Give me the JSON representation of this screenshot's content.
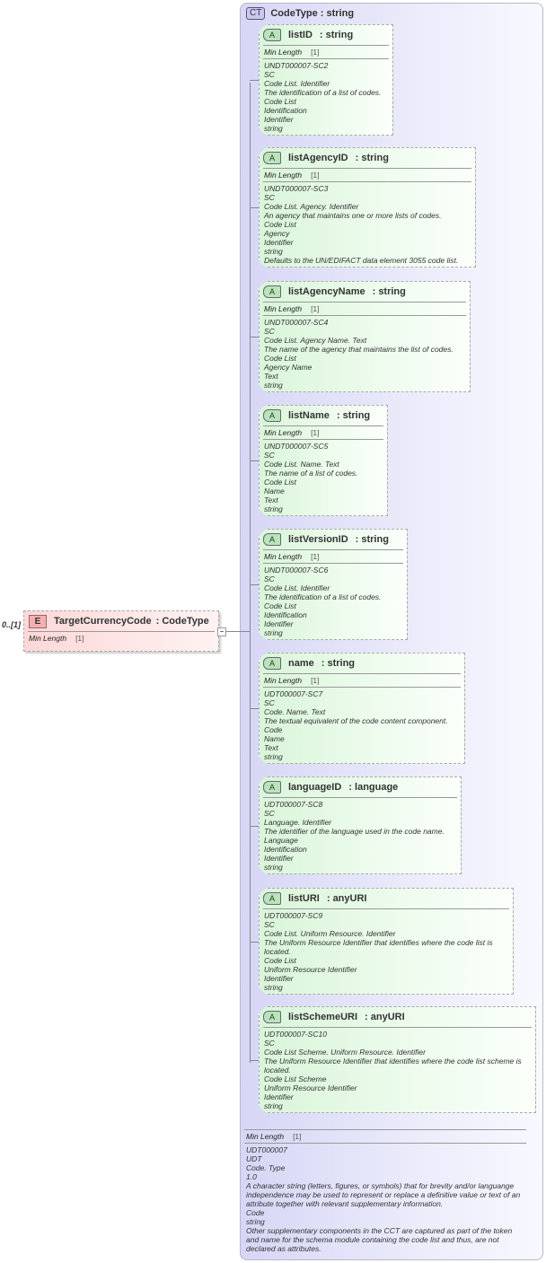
{
  "complex_type": {
    "badge": "CT",
    "title": "CodeType : string",
    "facet": {
      "label": "Min Length",
      "value": "[1]"
    },
    "lines": [
      "UDT000007",
      "UDT",
      "Code. Type",
      "1.0",
      "A character string (letters, figures, or symbols) that for brevity and/or languange independence may be used to represent or replace a definitive value or text of an attribute together with relevant supplementary information.",
      "Code",
      "string",
      "Other supplementary components in the CCT are captured as part of the token and name for the schema module containing the code list and thus, are not declared as attributes."
    ]
  },
  "element": {
    "cardinality": "0..[1]",
    "badge": "E",
    "name": "TargetCurrencyCode",
    "type": ": CodeType",
    "facet": {
      "label": "Min Length",
      "value": "[1]"
    }
  },
  "attributes": [
    {
      "badge": "A",
      "name": "listID",
      "type": ": string",
      "facet": {
        "label": "Min Length",
        "value": "[1]"
      },
      "lines": [
        "UNDT000007-SC2",
        "SC",
        "Code List. Identifier",
        "The identification of a list of codes.",
        "Code List",
        "Identification",
        "Identifier",
        "string"
      ]
    },
    {
      "badge": "A",
      "name": "listAgencyID",
      "type": ": string",
      "facet": {
        "label": "Min Length",
        "value": "[1]"
      },
      "lines": [
        "UNDT000007-SC3",
        "SC",
        "Code List. Agency. Identifier",
        "An agency that maintains one or more lists of codes.",
        "Code List",
        "Agency",
        "Identifier",
        "string",
        "Defaults to the UN/EDIFACT data element 3055 code list."
      ]
    },
    {
      "badge": "A",
      "name": "listAgencyName",
      "type": ": string",
      "facet": {
        "label": "Min Length",
        "value": "[1]"
      },
      "lines": [
        "UNDT000007-SC4",
        "SC",
        "Code List. Agency Name. Text",
        "The name of the agency that maintains the list of codes.",
        "Code List",
        "Agency Name",
        "Text",
        "string"
      ]
    },
    {
      "badge": "A",
      "name": "listName",
      "type": ": string",
      "facet": {
        "label": "Min Length",
        "value": "[1]"
      },
      "lines": [
        "UNDT000007-SC5",
        "SC",
        "Code List. Name. Text",
        "The name of a list of codes.",
        "Code List",
        "Name",
        "Text",
        "string"
      ]
    },
    {
      "badge": "A",
      "name": "listVersionID",
      "type": ": string",
      "facet": {
        "label": "Min Length",
        "value": "[1]"
      },
      "lines": [
        "UNDT000007-SC6",
        "SC",
        "Code List. Identifier",
        "The identification of a list of codes.",
        "Code List",
        "Identification",
        "Identifier",
        "string"
      ]
    },
    {
      "badge": "A",
      "name": "name",
      "type": ": string",
      "facet": {
        "label": "Min Length",
        "value": "[1]"
      },
      "lines": [
        "UDT000007-SC7",
        "SC",
        "Code. Name. Text",
        "The textual equivalent of the code content component.",
        "Code",
        "Name",
        "Text",
        "string"
      ]
    },
    {
      "badge": "A",
      "name": "languageID",
      "type": ": language",
      "lines": [
        "UDT000007-SC8",
        "SC",
        "Language. Identifier",
        "The identifier of the language used in the code name.",
        "Language",
        "Identification",
        "Identifier",
        "string"
      ]
    },
    {
      "badge": "A",
      "name": "listURI",
      "type": ": anyURI",
      "lines": [
        "UDT000007-SC9",
        "SC",
        "Code List. Uniform Resource. Identifier",
        "The Uniform Resource Identifier that identifies where the code list is located.",
        "Code List",
        "Uniform Resource Identifier",
        "Identifier",
        "string"
      ]
    },
    {
      "badge": "A",
      "name": "listSchemeURI",
      "type": ": anyURI",
      "lines": [
        "UDT000007-SC10",
        "SC",
        "Code List Scheme. Uniform Resource. Identifier",
        "The Uniform Resource Identifier that identifies where the code list scheme is located.",
        "Code List Scheme",
        "Uniform Resource Identifier",
        "Identifier",
        "string"
      ]
    }
  ]
}
